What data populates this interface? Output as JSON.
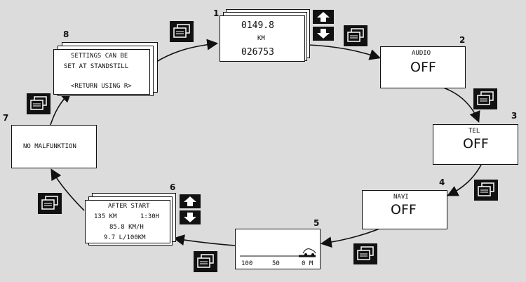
{
  "steps": {
    "s1": {
      "number": "1",
      "line1": "0149.8",
      "unit": "KM",
      "line2": "026753"
    },
    "s2": {
      "number": "2",
      "label": "AUDIO",
      "value": "OFF"
    },
    "s3": {
      "number": "3",
      "label": "TEL",
      "value": "OFF"
    },
    "s4": {
      "number": "4",
      "label": "NAVI",
      "value": "OFF"
    },
    "s5": {
      "number": "5",
      "ticks": [
        "100",
        "50",
        "0 M"
      ]
    },
    "s6": {
      "number": "6",
      "title": "AFTER START",
      "distance": "135 KM",
      "time": "1:30H",
      "speed": "85.8 KM/H",
      "consumption": "9.7 L/100KM"
    },
    "s7": {
      "number": "7",
      "text": "NO MALFUNKTION"
    },
    "s8": {
      "number": "8",
      "line1": "SETTINGS CAN BE",
      "line2": "SET AT STANDSTILL",
      "line3": "<RETURN USING R>"
    }
  },
  "icons": [
    "menu-stack-icon",
    "arrow-up-icon",
    "arrow-down-icon"
  ]
}
